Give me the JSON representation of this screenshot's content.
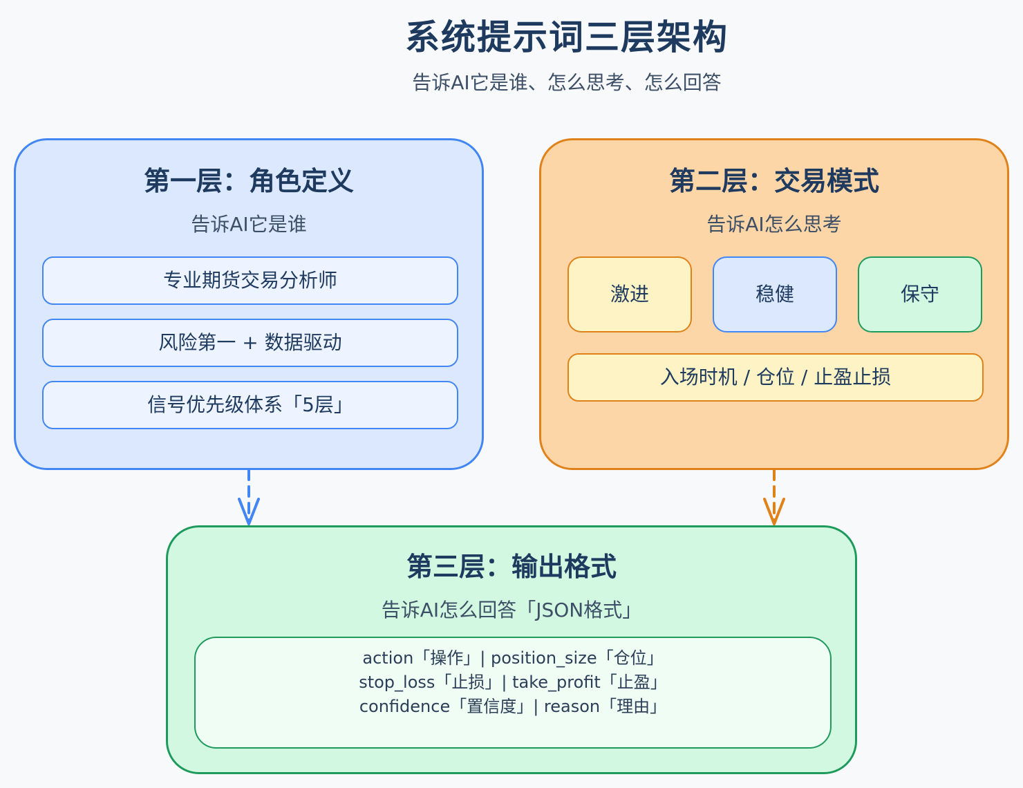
{
  "title": "系统提示词三层架构",
  "subtitle": "告诉AI它是谁、怎么思考、怎么回答",
  "colors": {
    "blue": "#4285f4",
    "orange": "#e0821a",
    "green": "#1d9a5c"
  },
  "layer1": {
    "title": "第一层：角色定义",
    "desc": "告诉AI它是谁",
    "items": [
      "专业期货交易分析师",
      "风险第一 + 数据驱动",
      "信号优先级体系「5层」"
    ]
  },
  "layer2": {
    "title": "第二层：交易模式",
    "desc": "告诉AI怎么思考",
    "modes": [
      "激进",
      "稳健",
      "保守"
    ],
    "bar": "入场时机 / 仓位 / 止盈止损"
  },
  "layer3": {
    "title": "第三层：输出格式",
    "desc": "告诉AI怎么回答「JSON格式」",
    "lines": [
      "action「操作」| position_size「仓位」",
      "stop_loss「止损」| take_profit「止盈」",
      "confidence「置信度」| reason「理由」"
    ]
  }
}
